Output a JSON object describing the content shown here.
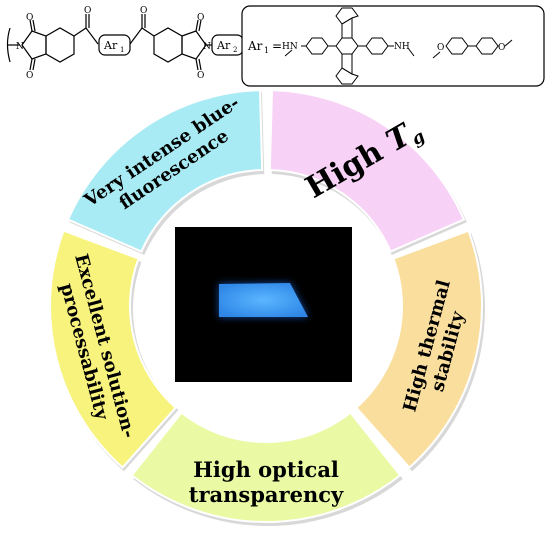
{
  "polymer": {
    "ar1_box": "Ar",
    "ar1_sub": "1",
    "ar2_box": "Ar",
    "ar2_sub": "2",
    "legend_ar1": "Ar",
    "legend_ar1_sub": "1",
    "legend_equals": "=",
    "atom_N": "N",
    "atom_O": "O",
    "atom_HN": "HN",
    "atom_NH": "NH"
  },
  "segments": {
    "fluorescence": {
      "lines": [
        "Very intense blue-",
        "fluorescence"
      ],
      "color": "#a9ebf4"
    },
    "tg": {
      "text": "High ",
      "symbol": "T",
      "sub": "g",
      "color": "#f7d2f6"
    },
    "thermal": {
      "lines": [
        "High thermal",
        "stability"
      ],
      "color": "#f9de9e"
    },
    "optical": {
      "lines": [
        "High optical",
        "transparency"
      ],
      "color": "#eaf9a3"
    },
    "solution": {
      "lines": [
        "Excellent solution-",
        "processability"
      ],
      "color": "#f7f37d"
    }
  },
  "colors": {
    "film": "#3f9cf2",
    "film_glow": "#1f5fc8",
    "photo_bg": "#000000",
    "ring_edge": "#ffffff",
    "ring_shadow": "#d8d8d8"
  }
}
